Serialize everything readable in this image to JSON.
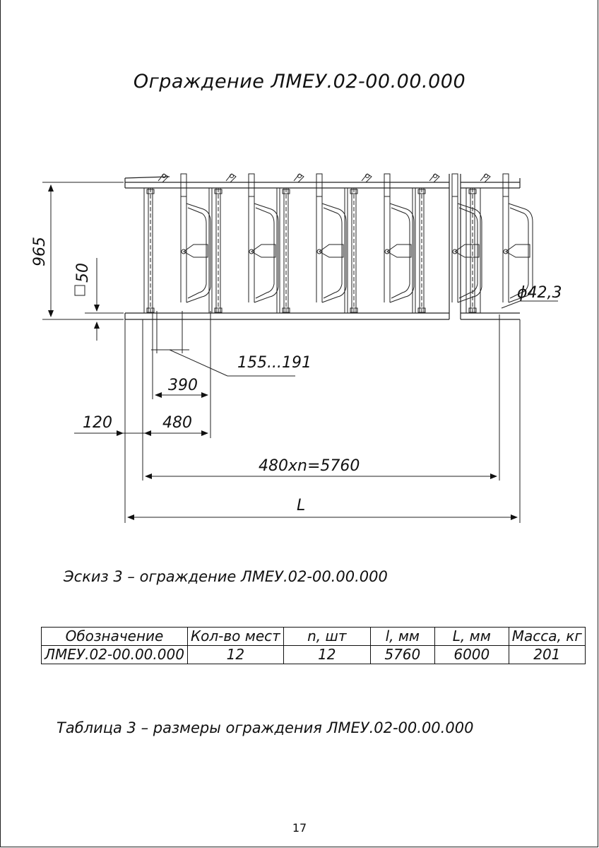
{
  "title": "Ограждение ЛМЕУ.02-00.00.000",
  "dimensions": {
    "height": "965",
    "square": "50",
    "diameter": "ϕ42,3",
    "range": "155...191",
    "d390": "390",
    "d120": "120",
    "d480": "480",
    "span": "480хn=5760",
    "total": "L"
  },
  "sketch_caption": "Эскиз 3 – ограждение ЛМЕУ.02-00.00.000",
  "table": {
    "headers": [
      "Обозначение",
      "Кол-во мест",
      "n, шт",
      "l, мм",
      "L, мм",
      "Масса, кг"
    ],
    "row": [
      "ЛМЕУ.02-00.00.000",
      "12",
      "12",
      "5760",
      "6000",
      "201"
    ]
  },
  "table_caption": "Таблица 3 – размеры ограждения ЛМЕУ.02-00.00.000",
  "page_number": "17"
}
